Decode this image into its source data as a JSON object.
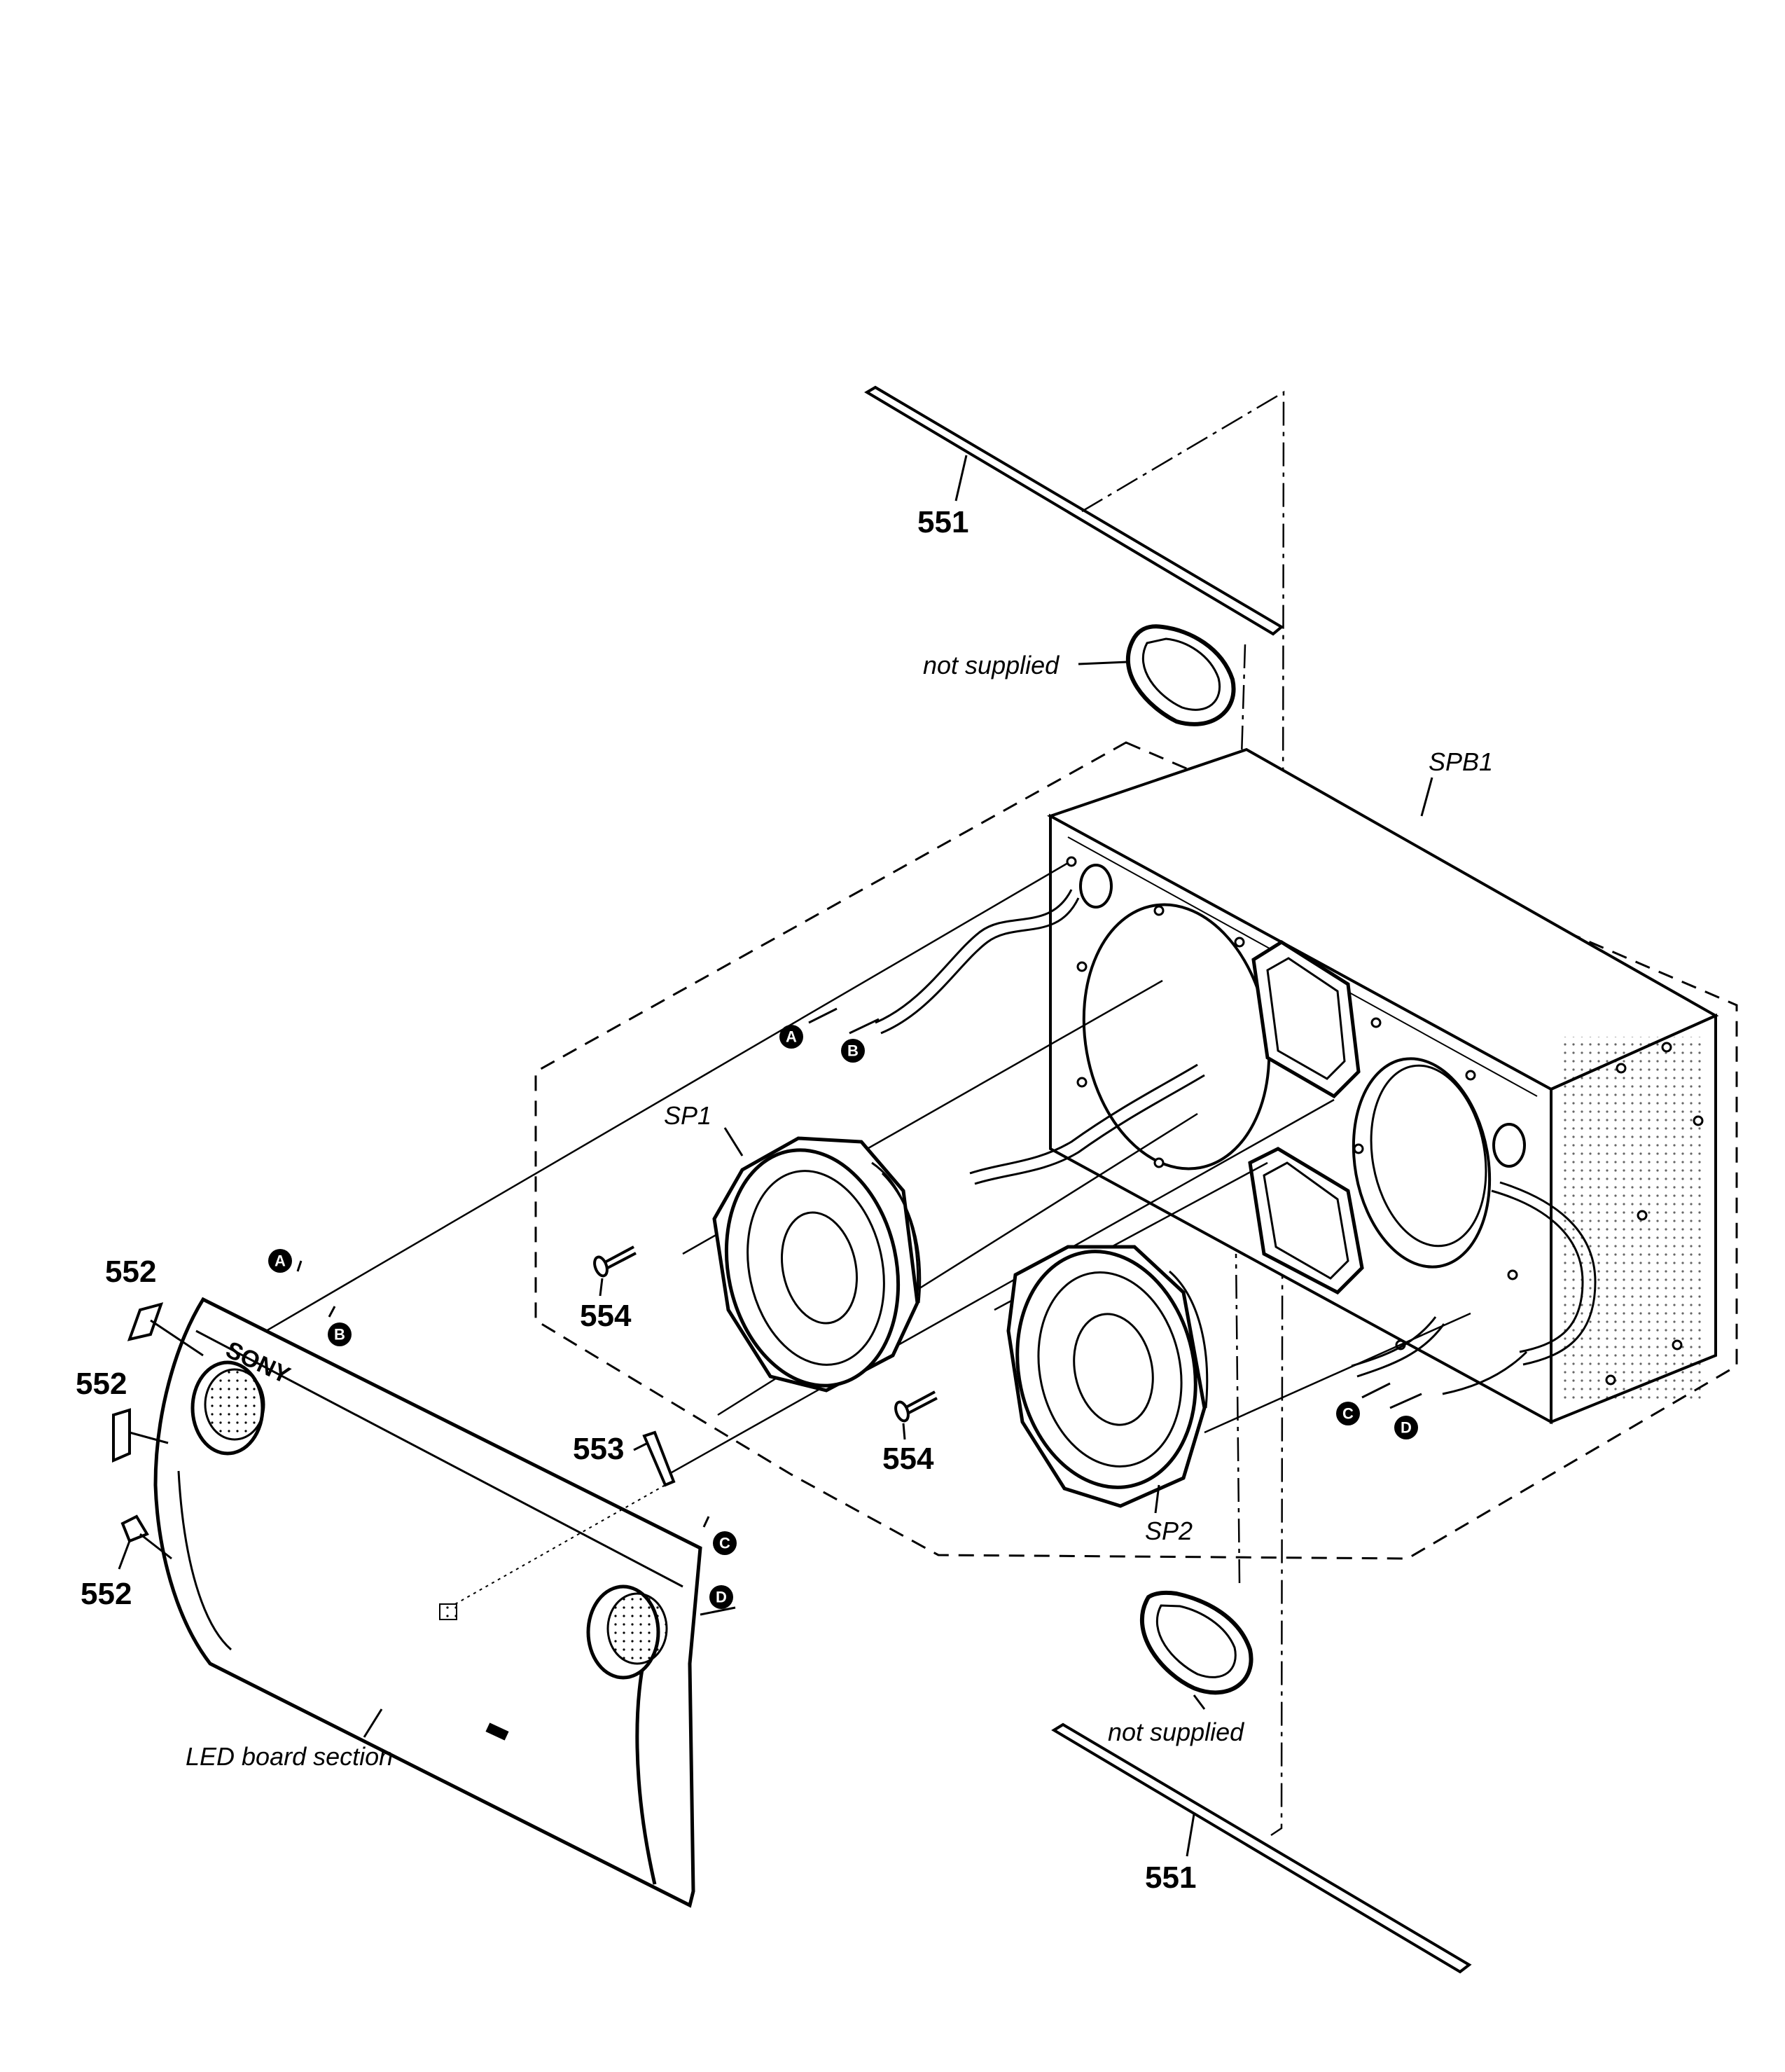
{
  "labels": {
    "top_rail": "551",
    "bottom_rail": "551",
    "gasket_top_note": "not supplied",
    "gasket_bottom_note": "not supplied",
    "box": "SPB1",
    "speaker1": "SP1",
    "speaker2": "SP2",
    "screw_left": "554",
    "screw_right": "554",
    "foot_top": "552",
    "foot_mid": "552",
    "foot_bottom": "552",
    "pin": "553",
    "front_note": "LED board section",
    "logo": "SONY"
  },
  "connectors": [
    "A",
    "B",
    "C",
    "D"
  ],
  "colors": {
    "ink": "#000000",
    "paper": "#ffffff"
  }
}
